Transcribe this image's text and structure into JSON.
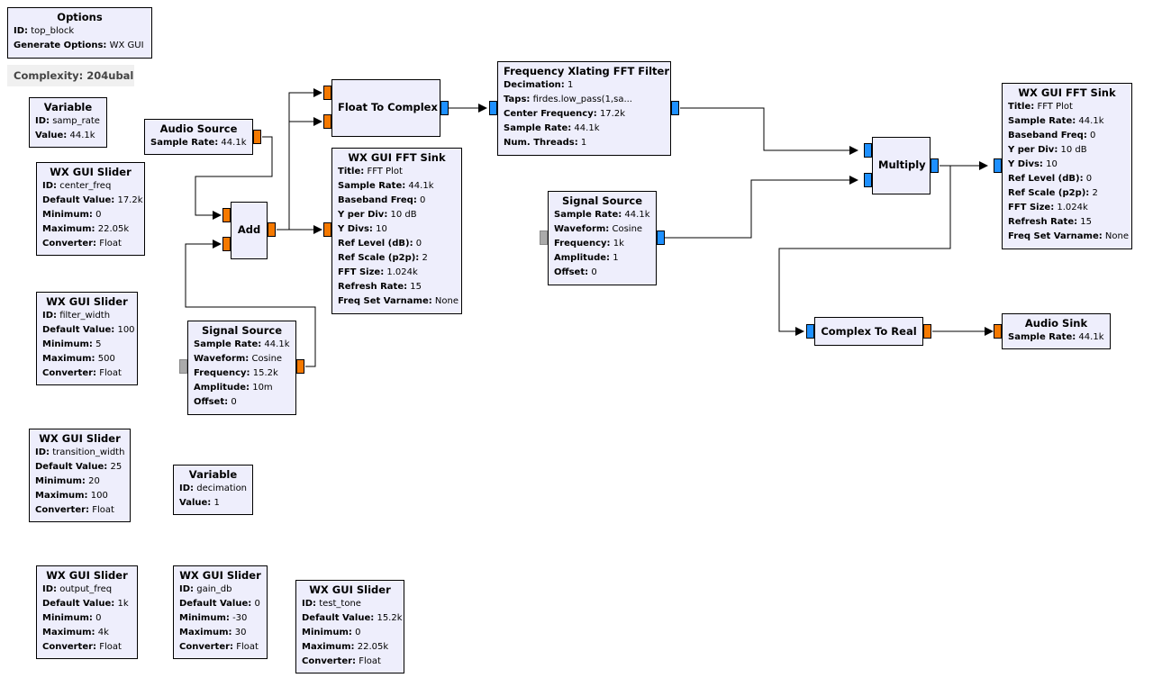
{
  "complexity": "Complexity: 204ubal",
  "blocks": {
    "options": {
      "title": "Options",
      "p": [
        [
          "ID:",
          "top_block"
        ],
        [
          "Generate Options:",
          "WX GUI"
        ]
      ]
    },
    "var_samp": {
      "title": "Variable",
      "p": [
        [
          "ID:",
          "samp_rate"
        ],
        [
          "Value:",
          "44.1k"
        ]
      ]
    },
    "slider_center": {
      "title": "WX GUI Slider",
      "p": [
        [
          "ID:",
          "center_freq"
        ],
        [
          "Default Value:",
          "17.2k"
        ],
        [
          "Minimum:",
          "0"
        ],
        [
          "Maximum:",
          "22.05k"
        ],
        [
          "Converter:",
          "Float"
        ]
      ]
    },
    "slider_filter": {
      "title": "WX GUI Slider",
      "p": [
        [
          "ID:",
          "filter_width"
        ],
        [
          "Default Value:",
          "100"
        ],
        [
          "Minimum:",
          "5"
        ],
        [
          "Maximum:",
          "500"
        ],
        [
          "Converter:",
          "Float"
        ]
      ]
    },
    "slider_trans": {
      "title": "WX GUI Slider",
      "p": [
        [
          "ID:",
          "transition_width"
        ],
        [
          "Default Value:",
          "25"
        ],
        [
          "Minimum:",
          "20"
        ],
        [
          "Maximum:",
          "100"
        ],
        [
          "Converter:",
          "Float"
        ]
      ]
    },
    "var_dec": {
      "title": "Variable",
      "p": [
        [
          "ID:",
          "decimation"
        ],
        [
          "Value:",
          "1"
        ]
      ]
    },
    "slider_out": {
      "title": "WX GUI Slider",
      "p": [
        [
          "ID:",
          "output_freq"
        ],
        [
          "Default Value:",
          "1k"
        ],
        [
          "Minimum:",
          "0"
        ],
        [
          "Maximum:",
          "4k"
        ],
        [
          "Converter:",
          "Float"
        ]
      ]
    },
    "slider_gain": {
      "title": "WX GUI Slider",
      "p": [
        [
          "ID:",
          "gain_db"
        ],
        [
          "Default Value:",
          "0"
        ],
        [
          "Minimum:",
          "-30"
        ],
        [
          "Maximum:",
          "30"
        ],
        [
          "Converter:",
          "Float"
        ]
      ]
    },
    "slider_test": {
      "title": "WX GUI Slider",
      "p": [
        [
          "ID:",
          "test_tone"
        ],
        [
          "Default Value:",
          "15.2k"
        ],
        [
          "Minimum:",
          "0"
        ],
        [
          "Maximum:",
          "22.05k"
        ],
        [
          "Converter:",
          "Float"
        ]
      ]
    },
    "audio_source": {
      "title": "Audio Source",
      "p": [
        [
          "Sample Rate:",
          "44.1k"
        ]
      ]
    },
    "add": {
      "title": "Add",
      "p": []
    },
    "sig_src1": {
      "title": "Signal Source",
      "p": [
        [
          "Sample Rate:",
          "44.1k"
        ],
        [
          "Waveform:",
          "Cosine"
        ],
        [
          "Frequency:",
          "15.2k"
        ],
        [
          "Amplitude:",
          "10m"
        ],
        [
          "Offset:",
          "0"
        ]
      ]
    },
    "float_to_complex": {
      "title": "Float To Complex",
      "p": []
    },
    "fft_sink1": {
      "title": "WX GUI FFT Sink",
      "p": [
        [
          "Title:",
          "FFT Plot"
        ],
        [
          "Sample Rate:",
          "44.1k"
        ],
        [
          "Baseband Freq:",
          "0"
        ],
        [
          "Y per Div:",
          "10 dB"
        ],
        [
          "Y Divs:",
          "10"
        ],
        [
          "Ref Level (dB):",
          "0"
        ],
        [
          "Ref Scale (p2p):",
          "2"
        ],
        [
          "FFT Size:",
          "1.024k"
        ],
        [
          "Refresh Rate:",
          "15"
        ],
        [
          "Freq Set Varname:",
          "None"
        ]
      ]
    },
    "freq_xlating": {
      "title": "Frequency Xlating FFT Filter",
      "p": [
        [
          "Decimation:",
          "1"
        ],
        [
          "Taps:",
          "firdes.low_pass(1,sa..."
        ],
        [
          "Center Frequency:",
          "17.2k"
        ],
        [
          "Sample Rate:",
          "44.1k"
        ],
        [
          "Num. Threads:",
          "1"
        ]
      ]
    },
    "sig_src2": {
      "title": "Signal Source",
      "p": [
        [
          "Sample Rate:",
          "44.1k"
        ],
        [
          "Waveform:",
          "Cosine"
        ],
        [
          "Frequency:",
          "1k"
        ],
        [
          "Amplitude:",
          "1"
        ],
        [
          "Offset:",
          "0"
        ]
      ]
    },
    "multiply": {
      "title": "Multiply",
      "p": []
    },
    "fft_sink2": {
      "title": "WX GUI FFT Sink",
      "p": [
        [
          "Title:",
          "FFT Plot"
        ],
        [
          "Sample Rate:",
          "44.1k"
        ],
        [
          "Baseband Freq:",
          "0"
        ],
        [
          "Y per Div:",
          "10 dB"
        ],
        [
          "Y Divs:",
          "10"
        ],
        [
          "Ref Level (dB):",
          "0"
        ],
        [
          "Ref Scale (p2p):",
          "2"
        ],
        [
          "FFT Size:",
          "1.024k"
        ],
        [
          "Refresh Rate:",
          "15"
        ],
        [
          "Freq Set Varname:",
          "None"
        ]
      ]
    },
    "complex_to_real": {
      "title": "Complex To Real",
      "p": []
    },
    "audio_sink": {
      "title": "Audio Sink",
      "p": [
        [
          "Sample Rate:",
          "44.1k"
        ]
      ]
    }
  },
  "colors": {
    "block_bg": "#eeeefc",
    "float_port": "#f57900",
    "complex_port": "#1e90ff",
    "msg_port": "#aaaaaa"
  }
}
